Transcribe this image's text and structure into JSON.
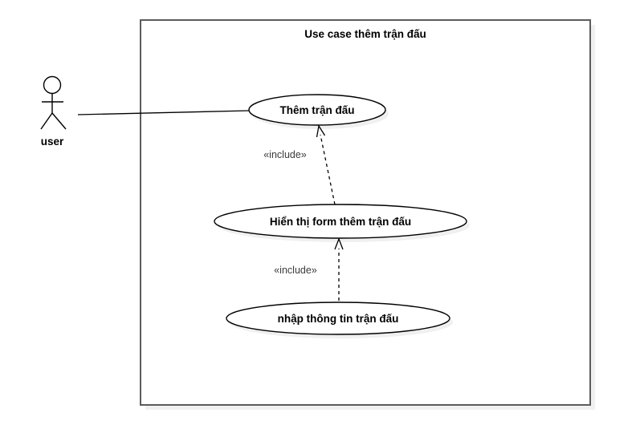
{
  "diagram": {
    "type": "uml-use-case-diagram",
    "boundary": {
      "title": "Use case thêm trận đấu"
    },
    "actor": {
      "name": "user"
    },
    "use_cases": [
      {
        "id": "uc-them-tran-dau",
        "label": "Thêm trận đấu"
      },
      {
        "id": "uc-hien-thi-form",
        "label": "Hiển thị form thêm trận đấu"
      },
      {
        "id": "uc-nhap-thong-tin",
        "label": "nhập thông tin trận đấu"
      }
    ],
    "relationships": [
      {
        "from": "user",
        "to": "uc-them-tran-dau",
        "type": "association",
        "label": ""
      },
      {
        "from": "uc-hien-thi-form",
        "to": "uc-them-tran-dau",
        "type": "include",
        "label": "«include»"
      },
      {
        "from": "uc-nhap-thong-tin",
        "to": "uc-hien-thi-form",
        "type": "include",
        "label": "«include»"
      }
    ],
    "colors": {
      "background": "#ffffff",
      "boundary_stroke": "#5c5c5c",
      "shape_stroke": "#000000",
      "shape_fill": "#ffffff",
      "shadow": "#f0f0f0",
      "text": "#000000",
      "edge_label_text": "#3b3b3b"
    }
  }
}
